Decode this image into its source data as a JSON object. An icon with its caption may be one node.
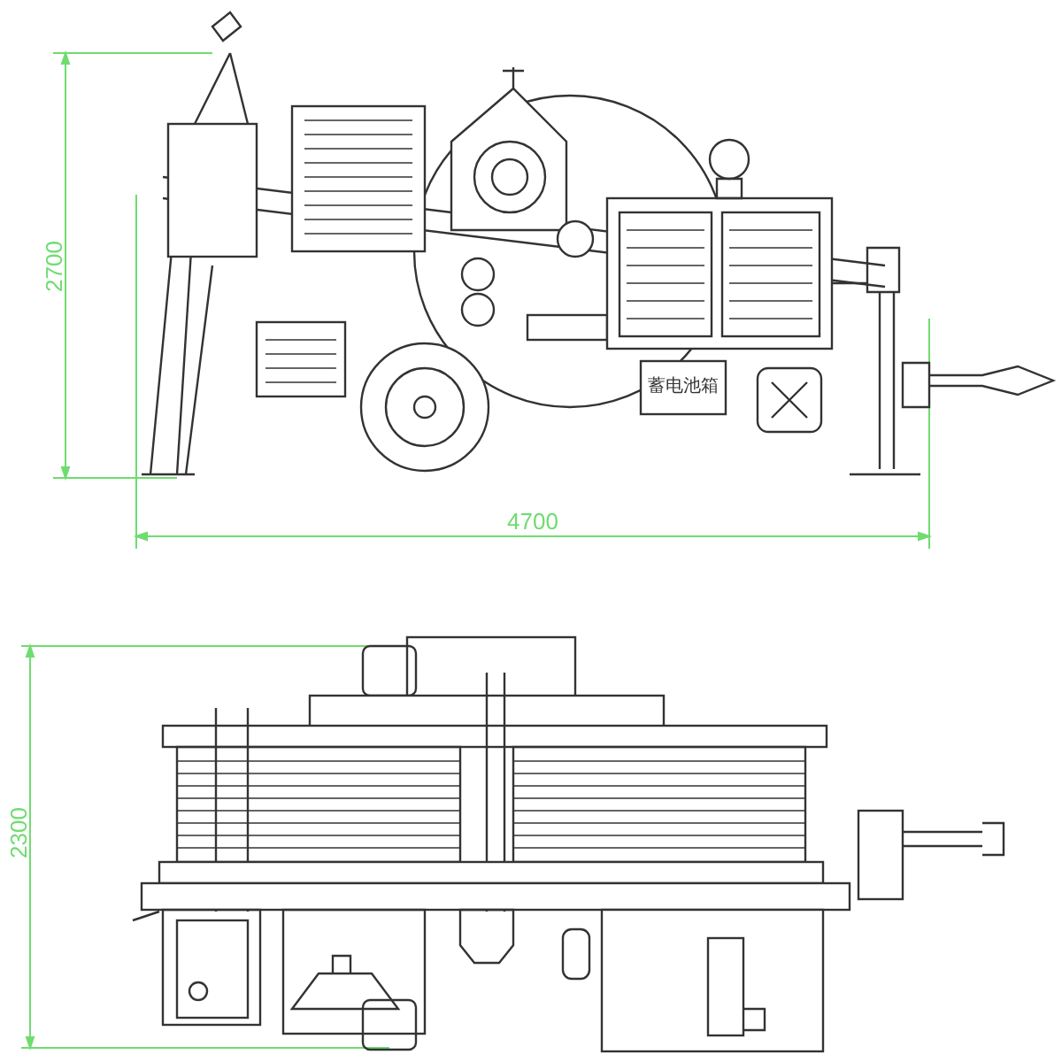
{
  "diagram": {
    "labels": [
      "2700",
      "蓄电池箱",
      "4700",
      "2300"
    ]
  }
}
